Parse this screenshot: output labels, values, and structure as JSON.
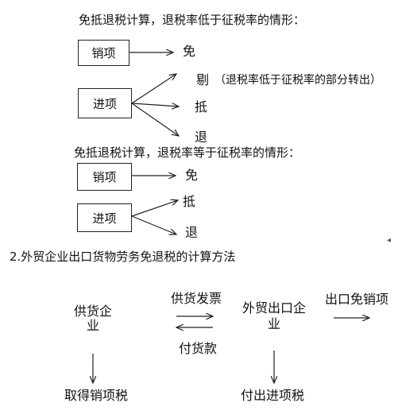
{
  "section1": {
    "heading": "免抵退税计算，退税率低于征税率的情形：",
    "box_sales": "销项",
    "box_input": "进项",
    "out_exempt": "免",
    "out_remove": "剔",
    "out_remove_note": "（退税率低于征税率的部分转出）",
    "out_offset": "抵",
    "out_refund": "退"
  },
  "section2": {
    "heading": "免抵退税计算，退税率等于征税率的情形：",
    "box_sales": "销项",
    "box_input": "进项",
    "out_exempt": "免",
    "out_offset": "抵",
    "out_refund": "退"
  },
  "stray_mark": "◂",
  "section3": {
    "heading": "2.外贸企业出口货物劳务免退税的计算方法",
    "supplier_line1": "供货企",
    "supplier_line2": "业",
    "supply_invoice": "供货发票",
    "payment": "付货款",
    "trader_line1": "外贸出口企",
    "trader_line2": "业",
    "export_exempt": "出口免销项",
    "get_output_tax": "取得销项税",
    "pay_input_tax": "付出进项税"
  }
}
